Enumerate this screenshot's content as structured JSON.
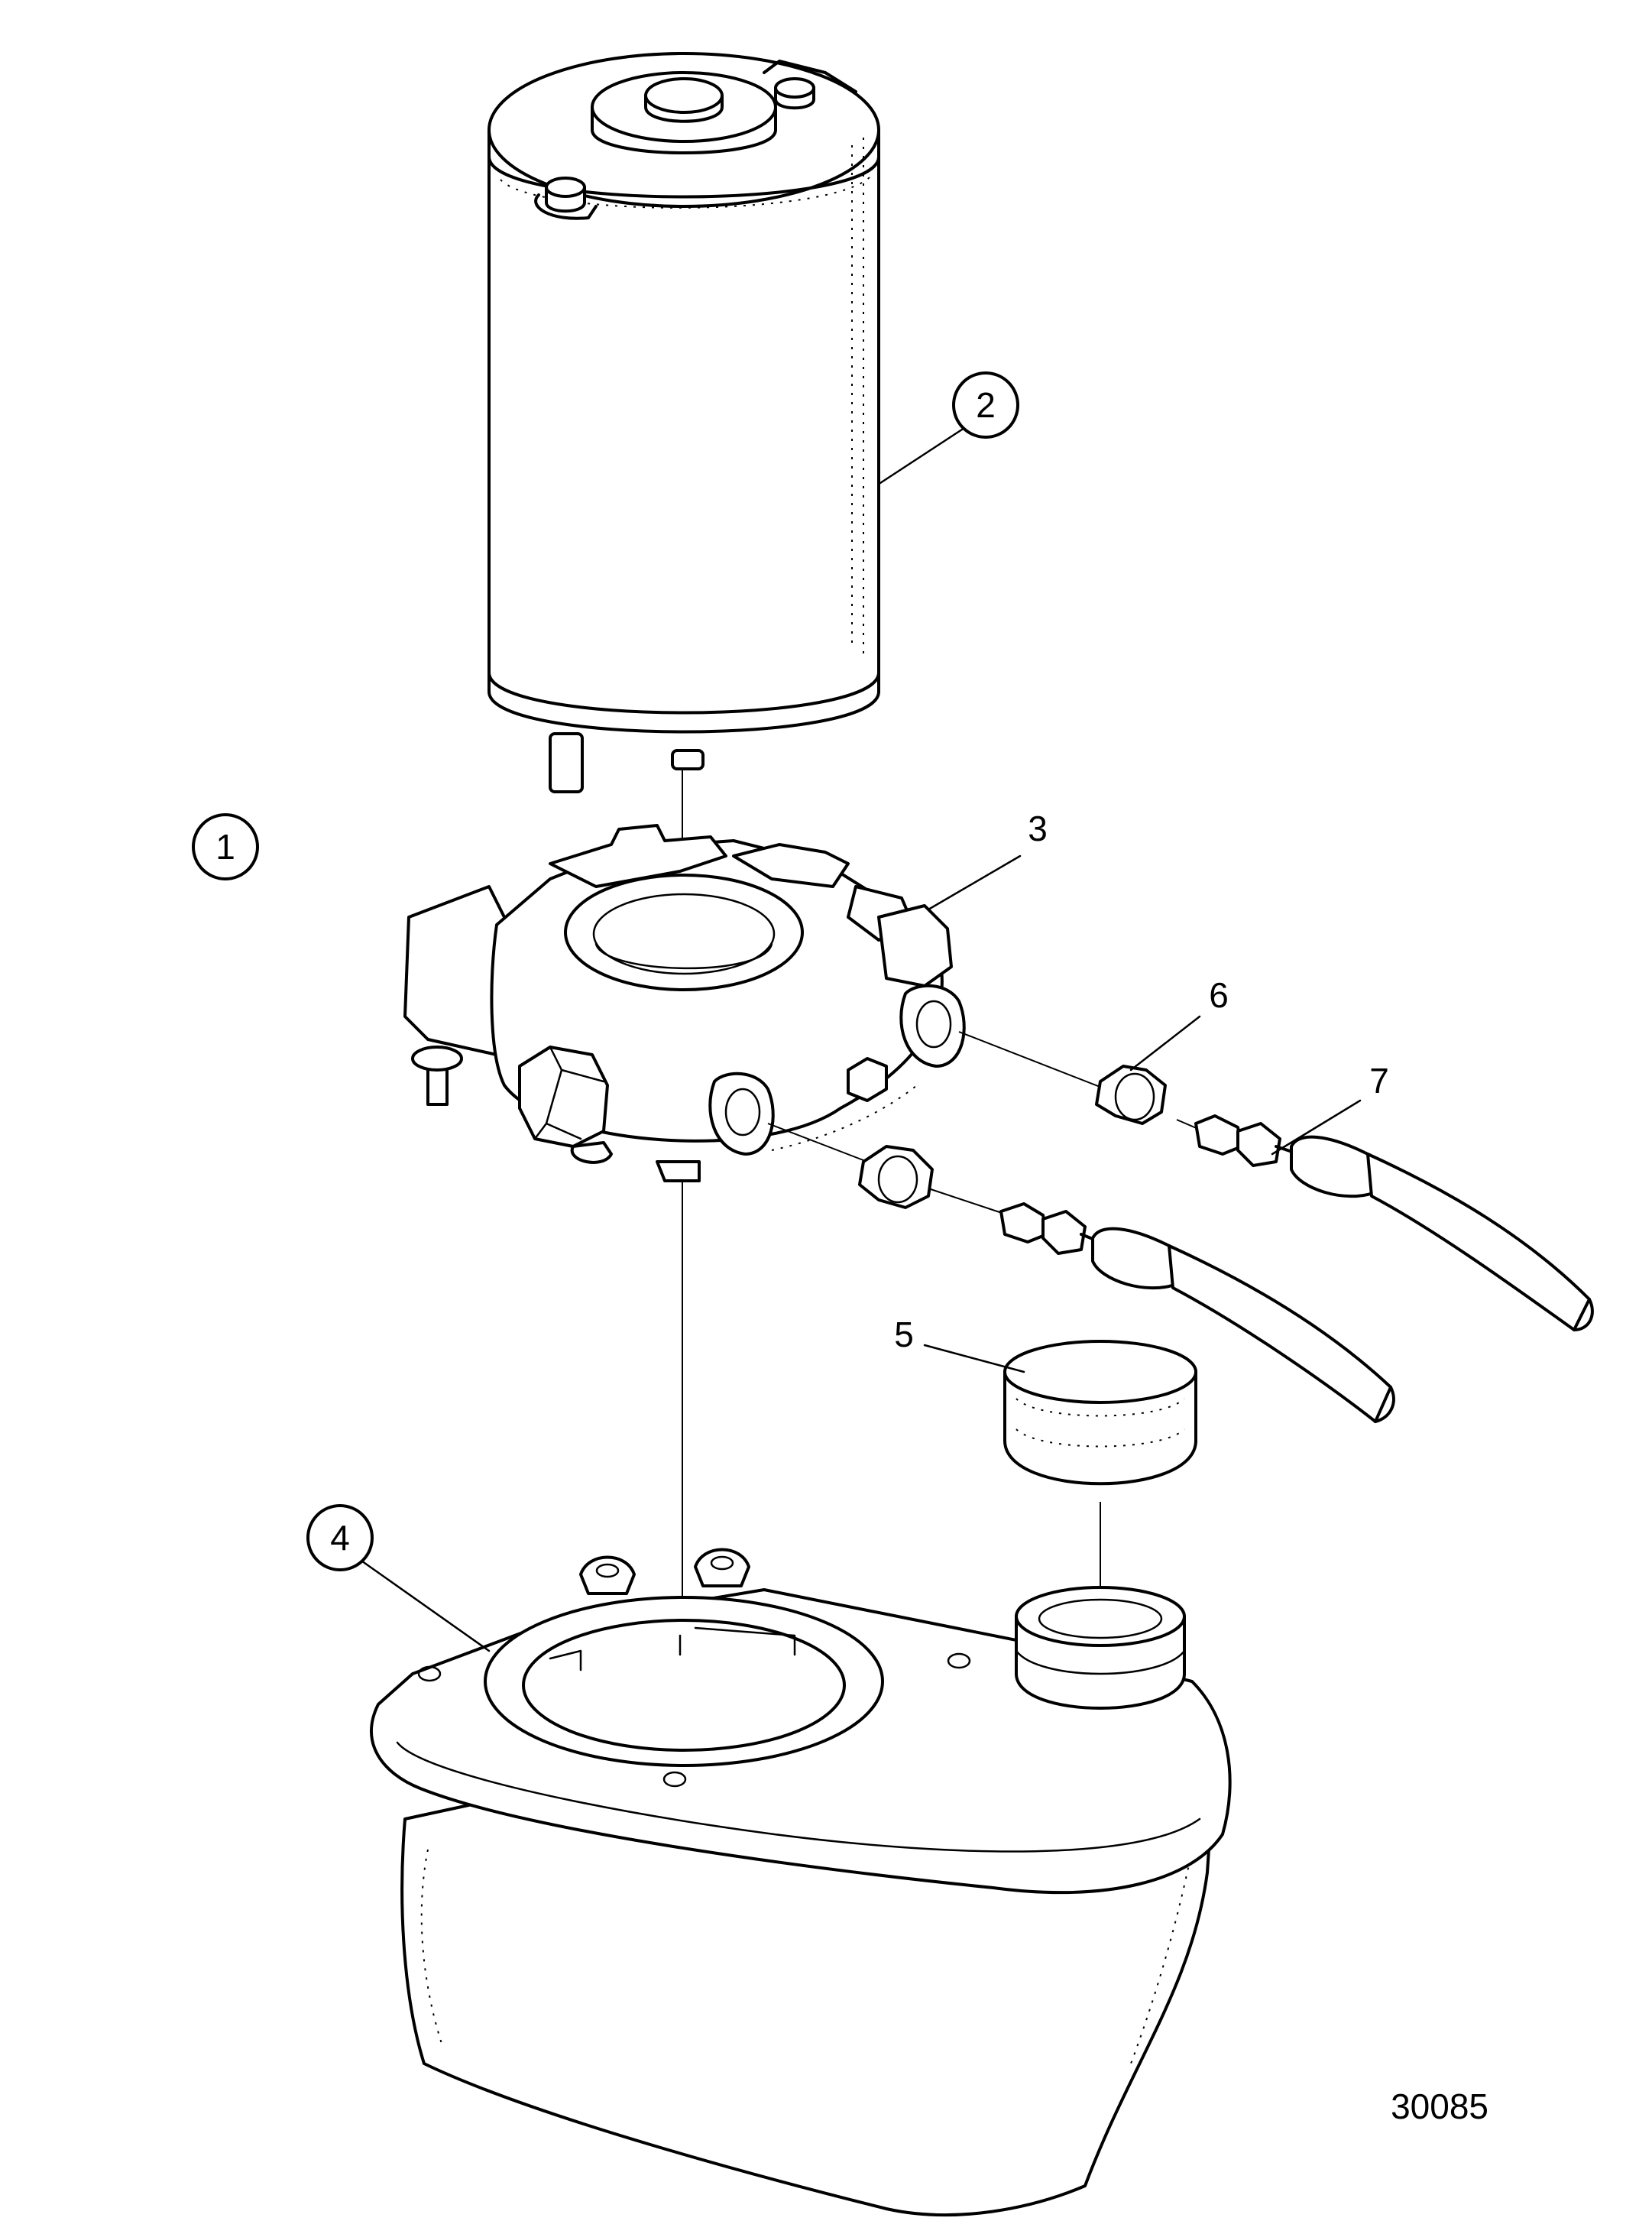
{
  "figure_number": "30085",
  "callouts": {
    "c1": "1",
    "c2": "2",
    "c3": "3",
    "c4": "4",
    "c5": "5",
    "c6": "6",
    "c7": "7"
  }
}
